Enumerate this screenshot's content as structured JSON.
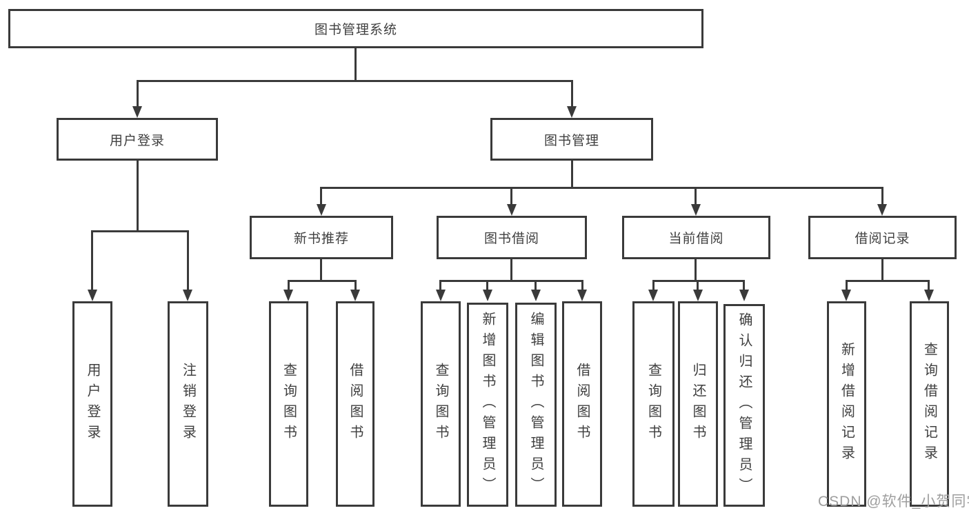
{
  "tree": {
    "label": "图书管理系统",
    "children": [
      {
        "label": "用户登录",
        "children": [
          {
            "label": "用户登录"
          },
          {
            "label": "注销登录"
          }
        ]
      },
      {
        "label": "图书管理",
        "children": [
          {
            "label": "新书推荐",
            "children": [
              {
                "label": "查询图书"
              },
              {
                "label": "借阅图书"
              }
            ]
          },
          {
            "label": "图书借阅",
            "children": [
              {
                "label": "查询图书"
              },
              {
                "label": "新增图书（管理员）"
              },
              {
                "label": "编辑图书（管理员）"
              },
              {
                "label": "借阅图书"
              }
            ]
          },
          {
            "label": "当前借阅",
            "children": [
              {
                "label": "查询图书"
              },
              {
                "label": "归还图书"
              },
              {
                "label": "确认归还（管理员）"
              }
            ]
          },
          {
            "label": "借阅记录",
            "children": [
              {
                "label": "新增借阅记录"
              },
              {
                "label": "查询借阅记录"
              }
            ]
          }
        ]
      }
    ]
  },
  "watermark": "CSDN @软件_小贺同学",
  "colors": {
    "line": "#3a3a3a",
    "text": "#3f3f3f",
    "watermark": "#9e9e9e",
    "background": "#ffffff"
  }
}
